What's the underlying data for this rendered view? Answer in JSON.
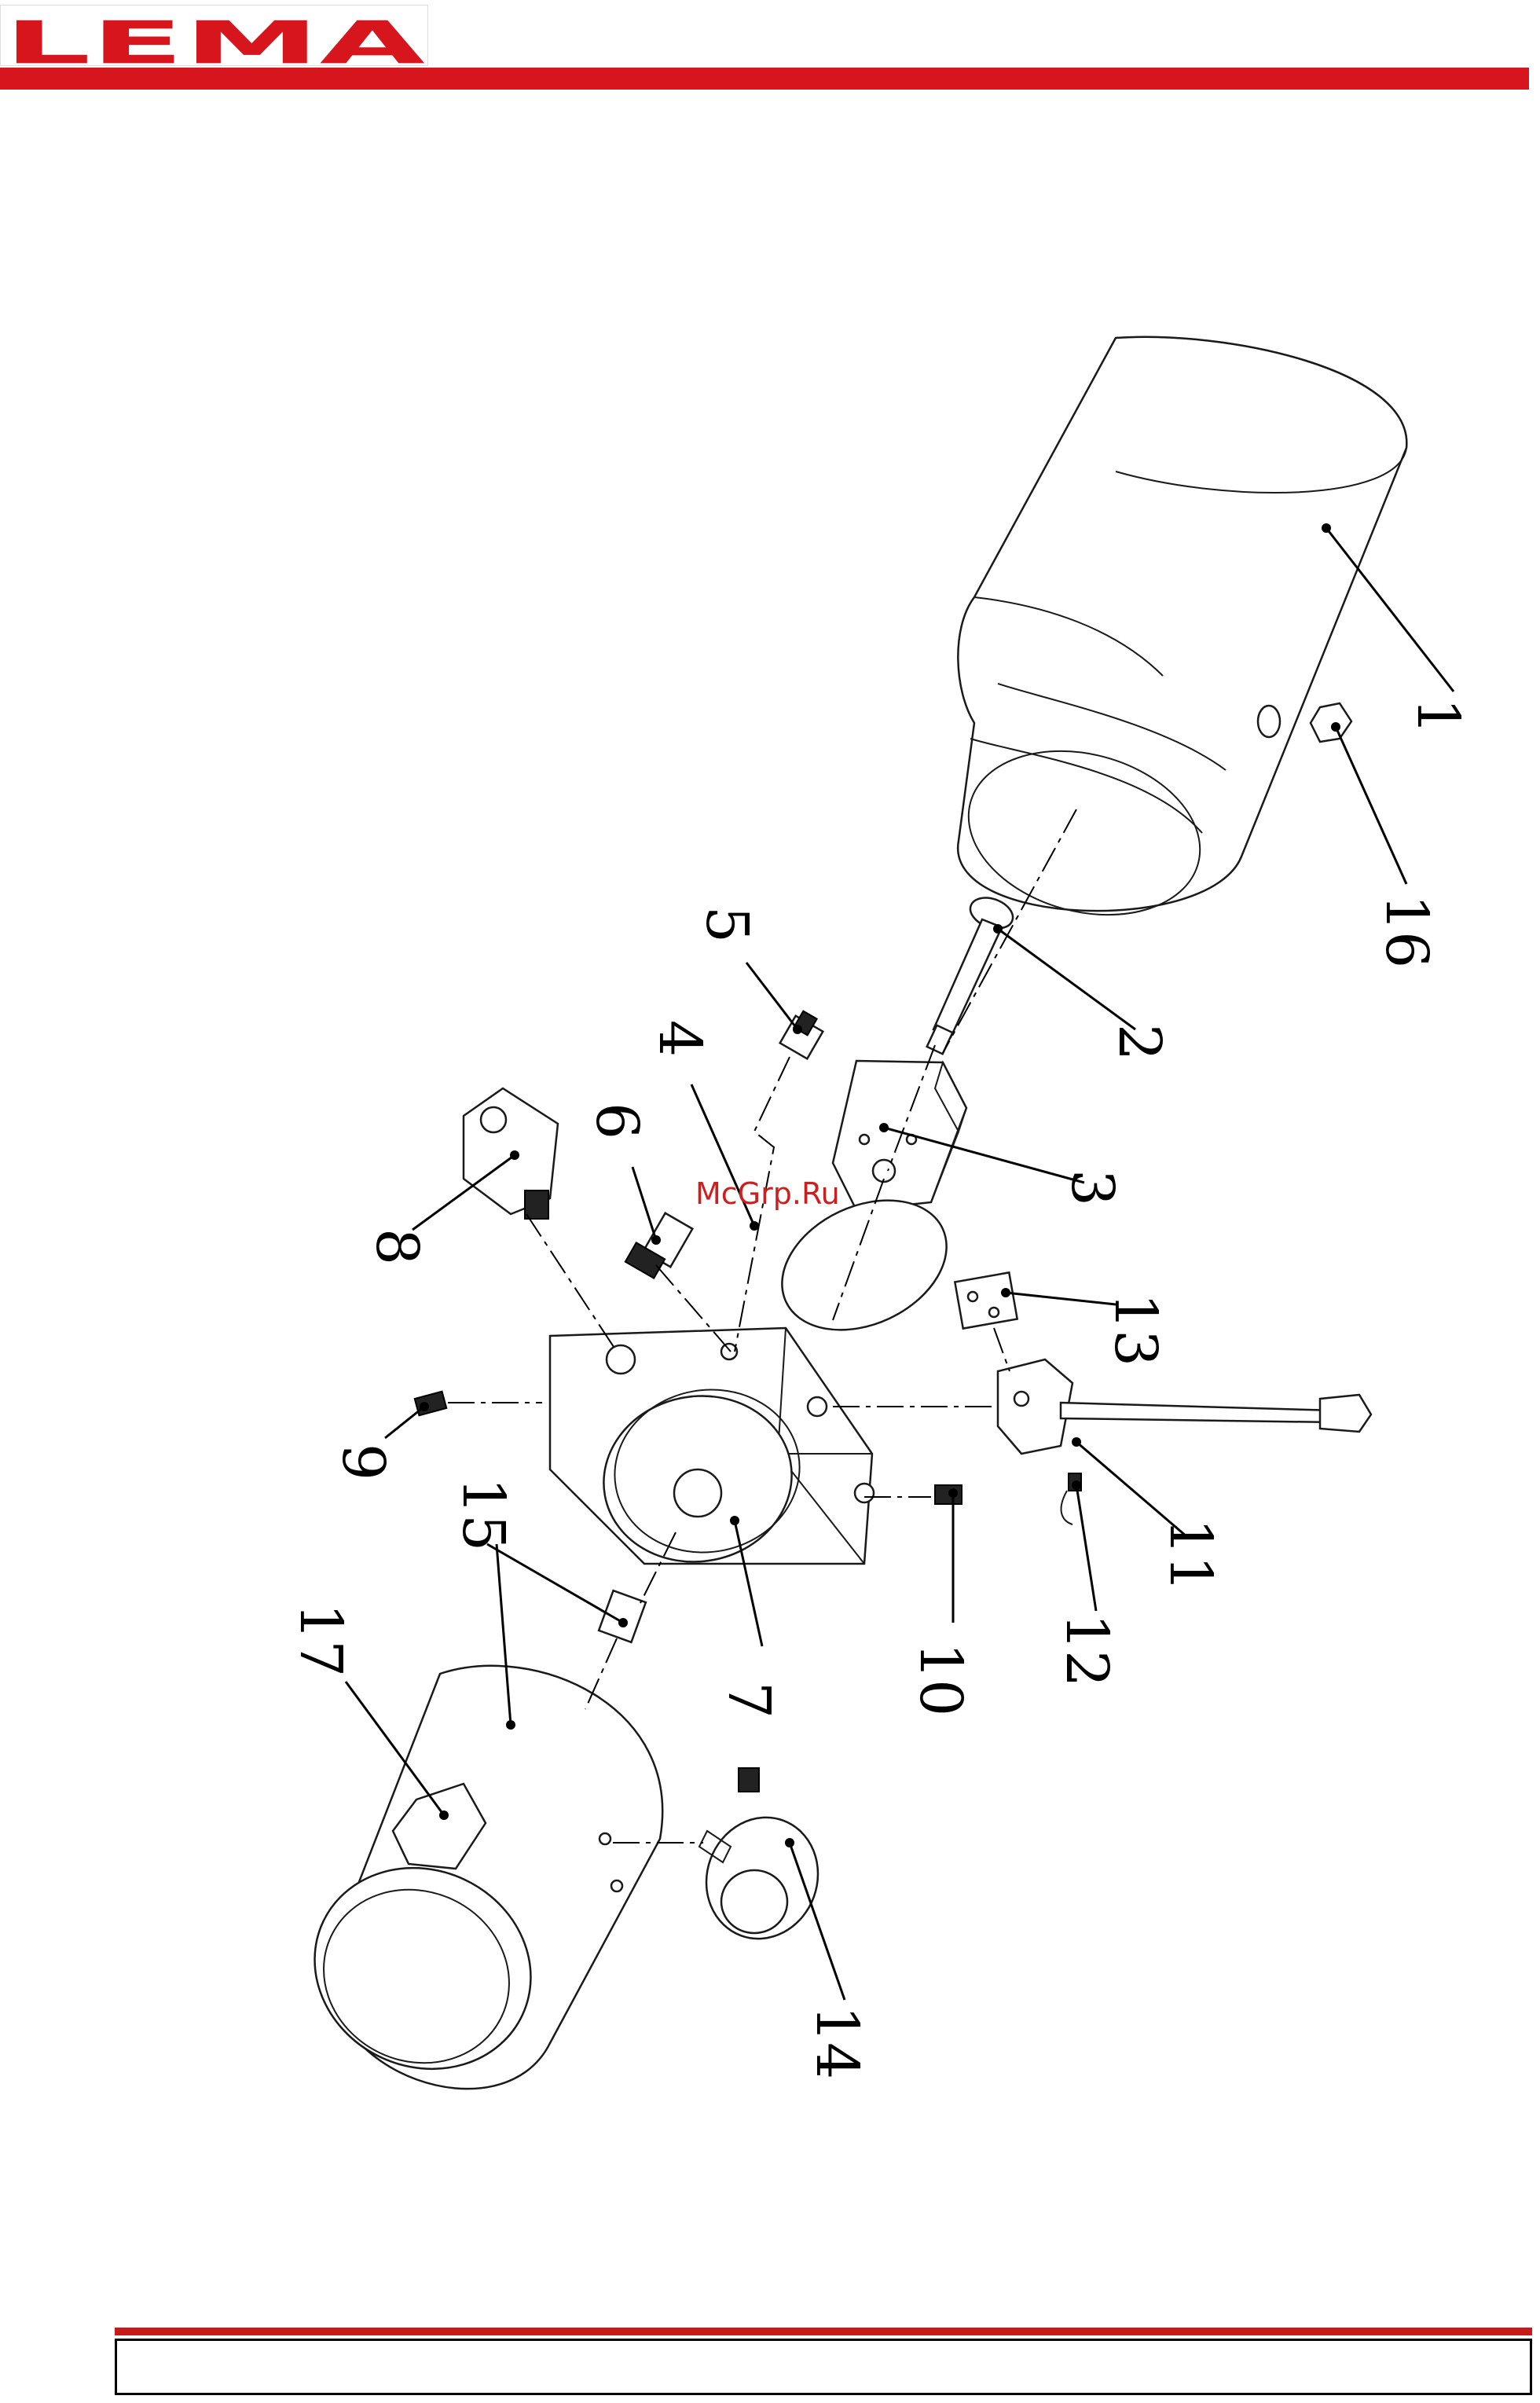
{
  "brand": {
    "name": "LEMA",
    "color": "#d7151d"
  },
  "watermark": {
    "text": "McGrp.Ru",
    "color": "#cc1f1f"
  },
  "footer": {
    "stripe_color": "#c41b1b"
  },
  "callouts": [
    "1",
    "2",
    "3",
    "4",
    "5",
    "6",
    "7",
    "8",
    "9",
    "10",
    "11",
    "12",
    "13",
    "14",
    "15",
    "16",
    "17"
  ]
}
